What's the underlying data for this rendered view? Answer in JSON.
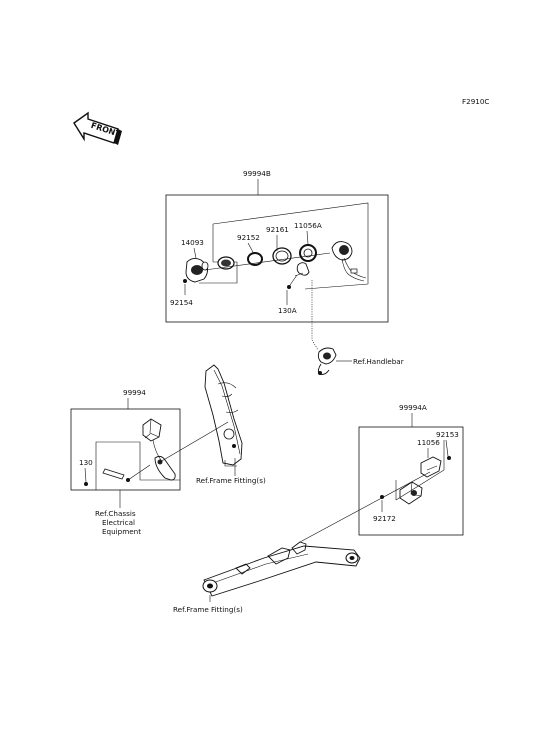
{
  "diagram_code": "F2910C",
  "front_label": "FRONT",
  "kits": {
    "handlebar_kit": {
      "kit_number": "99994B",
      "parts": [
        "14093",
        "92152",
        "92161",
        "11056A",
        "92154",
        "130A"
      ],
      "ref": "Ref.Handlebar"
    },
    "chassis_kit": {
      "kit_number": "99994",
      "parts": [
        "130"
      ],
      "ref_lines": [
        "Ref.Chassis",
        "Electrical",
        "Equipment"
      ]
    },
    "frame_kit": {
      "kit_number": "99994A",
      "parts": [
        "92153",
        "11056",
        "92172"
      ]
    }
  },
  "refs": {
    "frame_upper": "Ref.Frame Fitting(s)",
    "frame_lower": "Ref.Frame Fitting(s)"
  }
}
